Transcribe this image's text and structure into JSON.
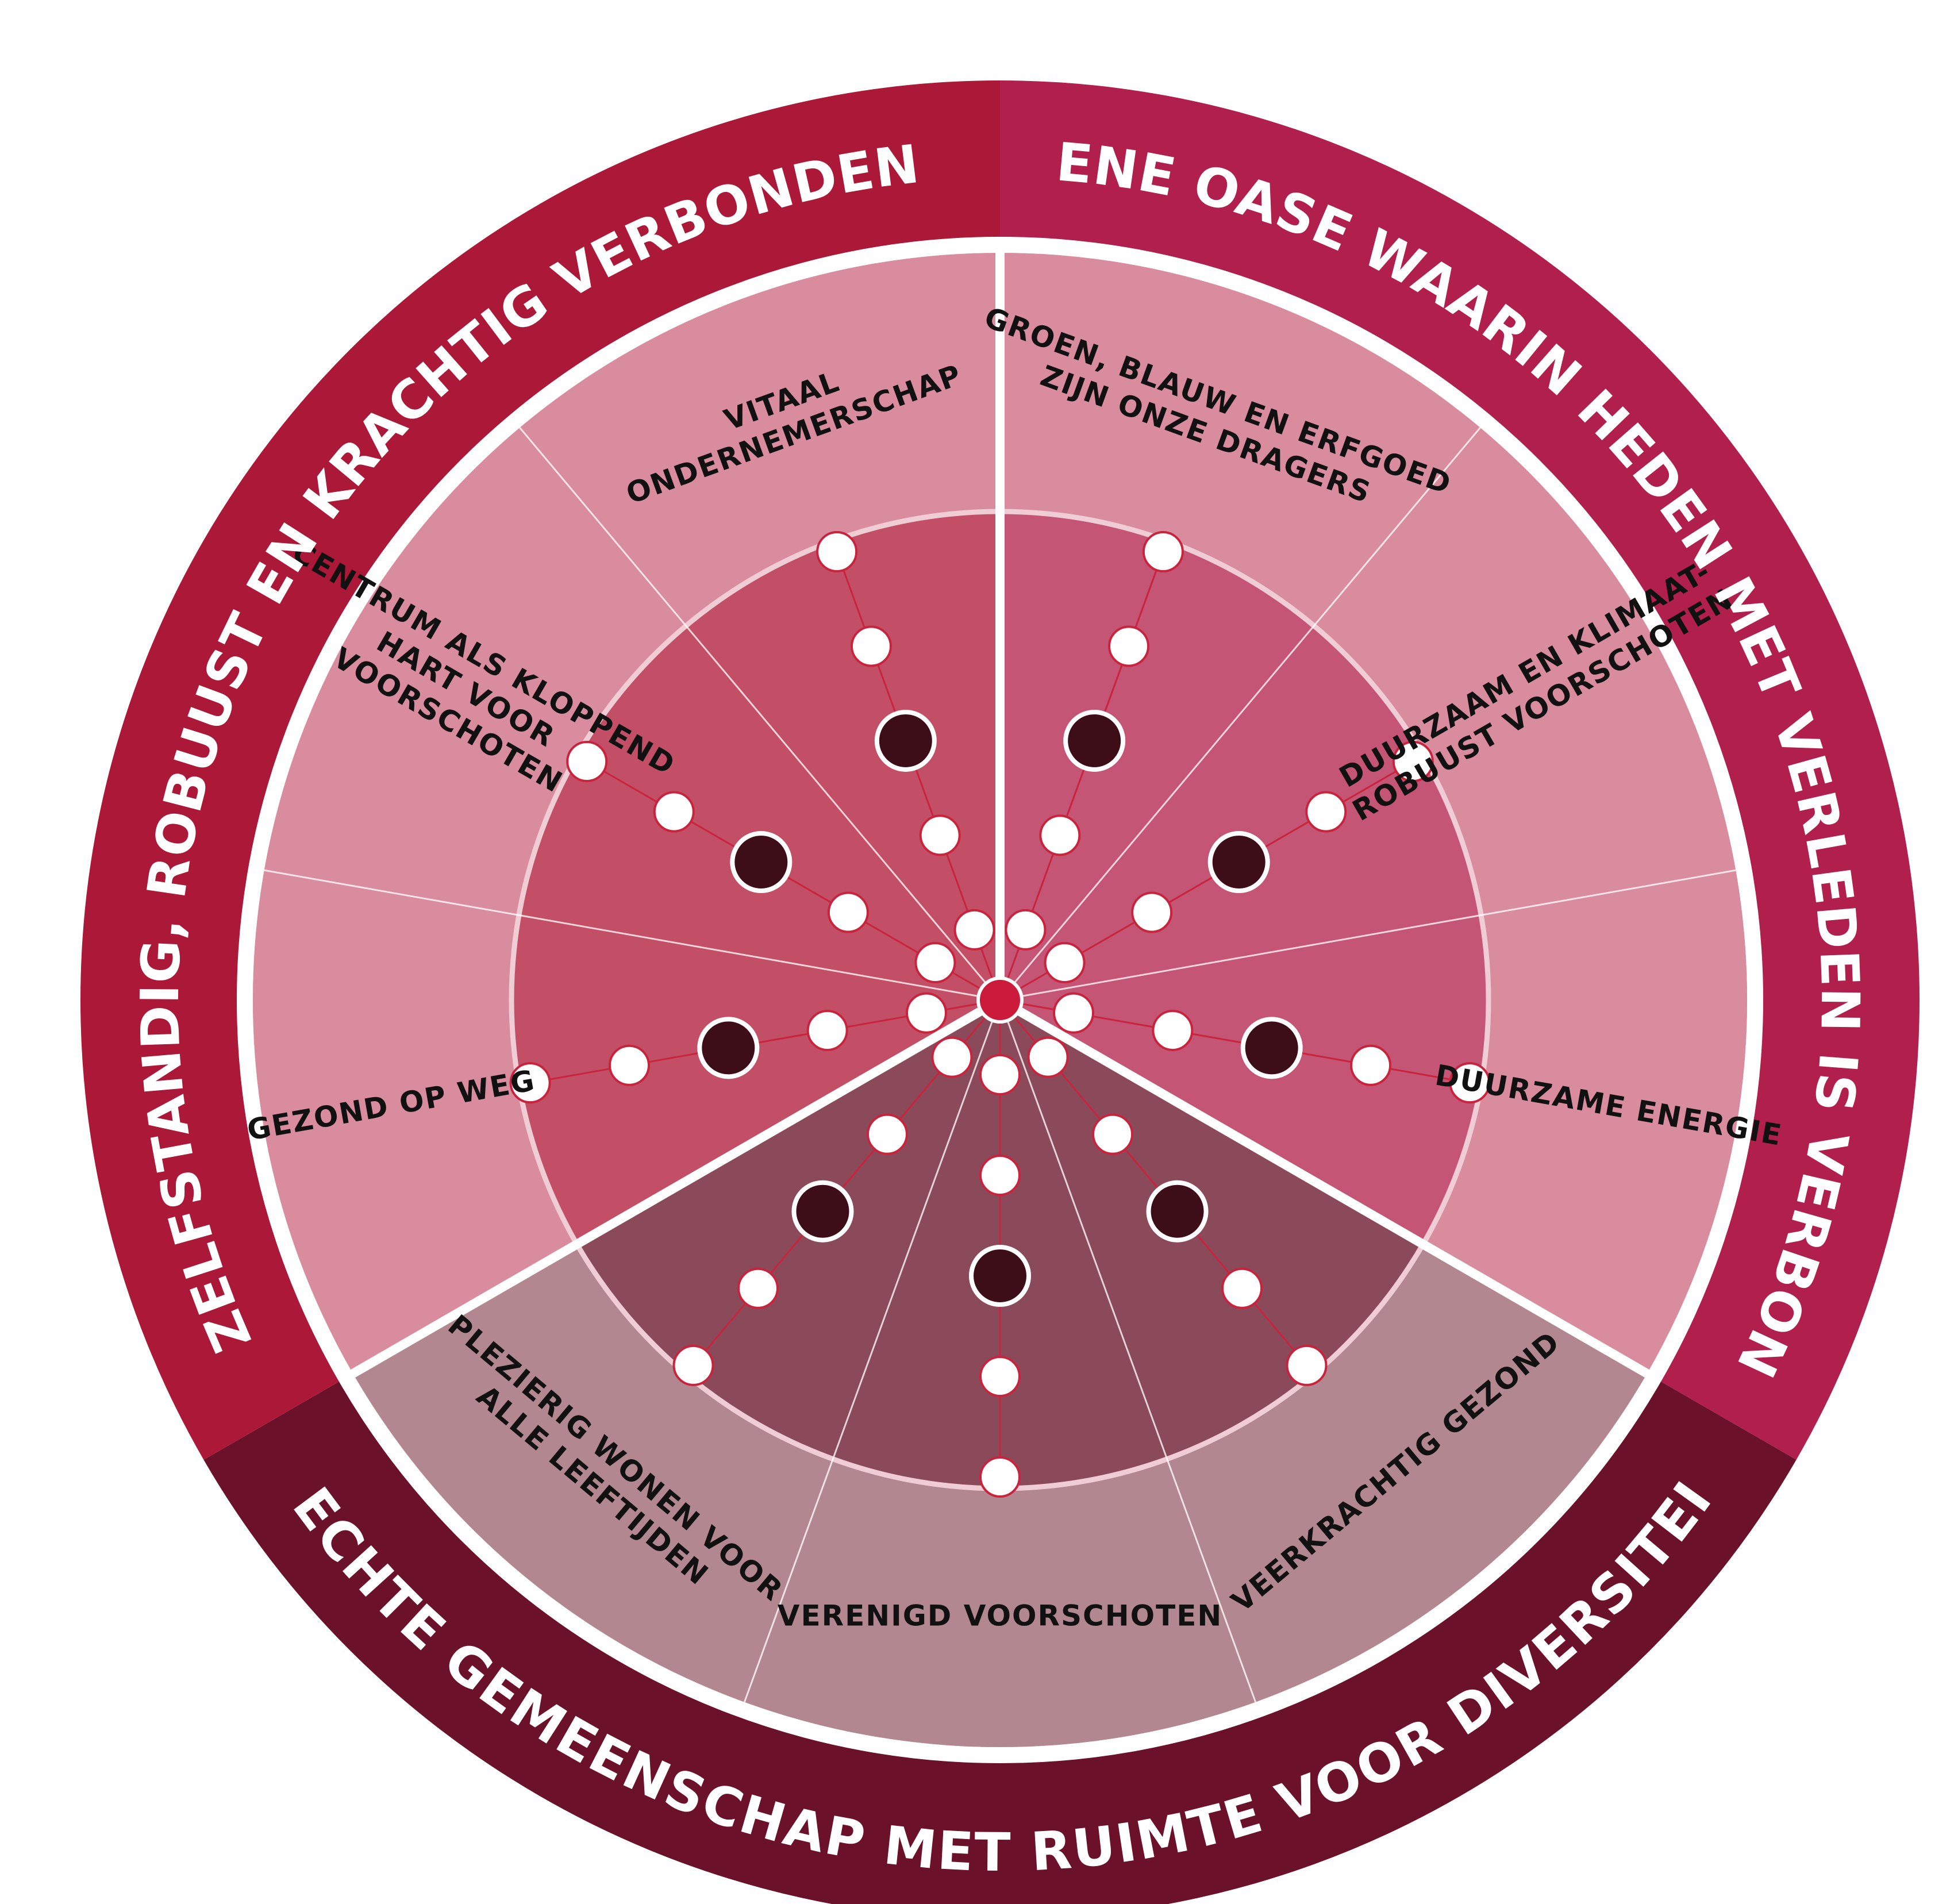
{
  "themes": [
    {
      "id": "groen",
      "label": "GROENE OASE WAARIN HEDEN MET VERLEDEN IS VERBONDEN",
      "ring_color": "#b11f4c",
      "outer_color": "#d88c9e",
      "inner_color": "#c55574"
    },
    {
      "id": "hecht",
      "label": "HECHTE GEMEENSCHAP MET RUIMTE VOOR DIVERSITEIT",
      "ring_color": "#6b1129",
      "outer_color": "#b2878f",
      "inner_color": "#8b4a5a"
    },
    {
      "id": "zelf",
      "label": "ZELFSTANDIG, ROBUUST EN KRACHTIG VERBONDEN",
      "ring_color": "#ac1837",
      "outer_color": "#d88c9e",
      "inner_color": "#c34f67"
    }
  ],
  "sectors": [
    {
      "theme": "groen",
      "lines": [
        "GROEN, BLAUW EN ERFGOED",
        "ZIJN ONZE DRAGERS"
      ]
    },
    {
      "theme": "groen",
      "lines": [
        "DUURZAAM EN KLIMAAT-",
        "ROBUUST VOORSCHOTEN"
      ]
    },
    {
      "theme": "groen",
      "lines": [
        "DUURZAME ENERGIE"
      ]
    },
    {
      "theme": "hecht",
      "lines": [
        "VEERKRACHTIG GEZOND"
      ]
    },
    {
      "theme": "hecht",
      "lines": [
        "VERENIGD VOORSCHOTEN"
      ]
    },
    {
      "theme": "hecht",
      "lines": [
        "PLEZIERIG WONEN VOOR",
        "ALLE LEEFTIJDEN"
      ]
    },
    {
      "theme": "zelf",
      "lines": [
        "GEZOND OP WEG"
      ]
    },
    {
      "theme": "zelf",
      "lines": [
        "CENTRUM ALS KLOPPEND",
        "HART VOOR",
        "VOORSCHOTEN"
      ]
    },
    {
      "theme": "zelf",
      "lines": [
        "VITAAL",
        "ONDERNEMERSCHAP"
      ]
    }
  ],
  "colors": {
    "center_dot": "#cc1a3a",
    "spoke_line": "#c8243d",
    "marker_fill": "#ffffff",
    "current_marker_fill": "#3e0e18",
    "inner_border": "#f0cdd5"
  },
  "scale_steps": 5,
  "current_step": 3
}
